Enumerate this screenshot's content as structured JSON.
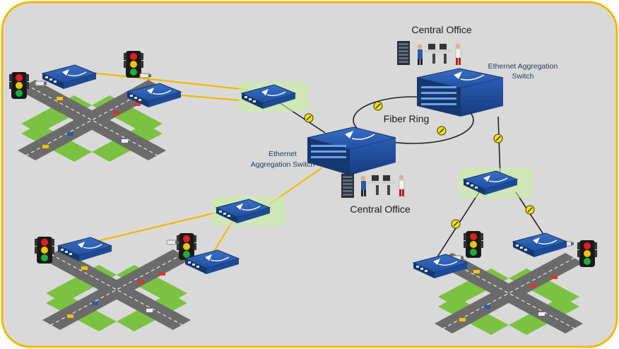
{
  "labels": {
    "central_office_top": "Central Office",
    "central_office_bottom": "Central Office",
    "fiber_ring": "Fiber Ring",
    "eth_agg_right_line1": "Ethernet Aggregation",
    "eth_agg_right_line2": "Switch",
    "eth_agg_left_line1": "Ethernet",
    "eth_agg_left_line2": "Aggregation Switch"
  },
  "colors": {
    "background": "#d9d9d9",
    "border": "#f5b800",
    "copper_link": "#f5b800",
    "fiber_link": "#222222",
    "switch_blue": "#1f4fa0",
    "road": "#6b6b6b",
    "grass": "#7cc242",
    "signal_red": "#e02020",
    "signal_yellow": "#f2c300",
    "signal_green": "#1fae3a"
  }
}
